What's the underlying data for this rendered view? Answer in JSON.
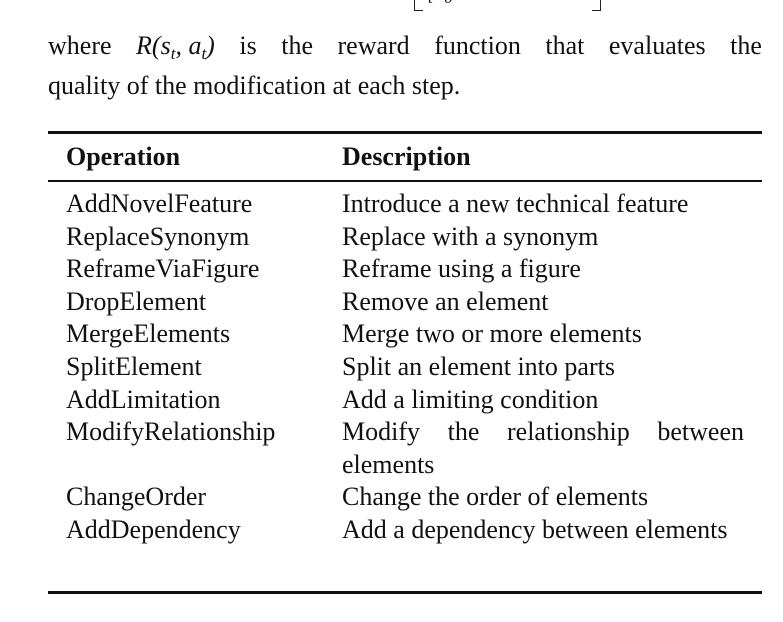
{
  "equation_fragment": {
    "subscript": "t=0"
  },
  "paragraph": {
    "prefix": "where",
    "math_base": "R(s",
    "math_sub1": "t",
    "math_mid": ", a",
    "math_sub2": "t",
    "math_end": ")",
    "line1_words": [
      "is",
      "the",
      "reward",
      "function",
      "that",
      "evaluates",
      "the"
    ],
    "line2": "quality of the modification at each step."
  },
  "table": {
    "headers": {
      "operation": "Operation",
      "description": "Description"
    },
    "rows": [
      {
        "operation": "AddNovelFeature",
        "description": "Introduce a new technical feature"
      },
      {
        "operation": "ReplaceSynonym",
        "description": "Replace with a synonym"
      },
      {
        "operation": "ReframeViaFigure",
        "description": "Reframe using a figure"
      },
      {
        "operation": "DropElement",
        "description": "Remove an element"
      },
      {
        "operation": "MergeElements",
        "description": "Merge two or more elements"
      },
      {
        "operation": "SplitElement",
        "description": "Split an element into parts"
      },
      {
        "operation": "AddLimitation",
        "description": "Add a limiting condition"
      },
      {
        "operation": "ModifyRelationship",
        "description": "Modify the relationship between elements"
      },
      {
        "operation": "ChangeOrder",
        "description": "Change the order of elements"
      },
      {
        "operation": "AddDependency",
        "description": "Add a dependency between ele­meents"
      }
    ]
  }
}
